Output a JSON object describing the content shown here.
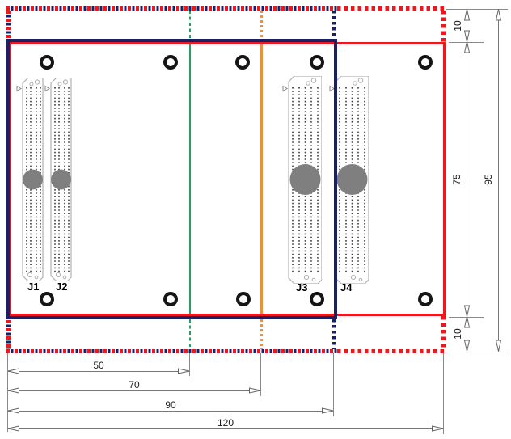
{
  "connectors": [
    {
      "label": "J1"
    },
    {
      "label": "J2"
    },
    {
      "label": "J3"
    },
    {
      "label": "J4"
    }
  ],
  "dims_h": [
    {
      "value": "50"
    },
    {
      "value": "70"
    },
    {
      "value": "90"
    },
    {
      "value": "120"
    }
  ],
  "dims_v": [
    {
      "value": "10"
    },
    {
      "value": "75"
    },
    {
      "value": "95"
    },
    {
      "value": "10"
    }
  ],
  "colors": {
    "outline_red": "#e8191f",
    "outline_navy": "#1b2064",
    "outline_orange": "#e8923f",
    "outline_green": "#2a9d5c",
    "dimension_line": "#777777",
    "dimension_text": "#1a1a1a",
    "connector_outline": "#b0b0b0",
    "connector_pin": "#3a3a3a",
    "connector_key_circle": "#7f7f7f",
    "hole_ring": "#151515"
  }
}
